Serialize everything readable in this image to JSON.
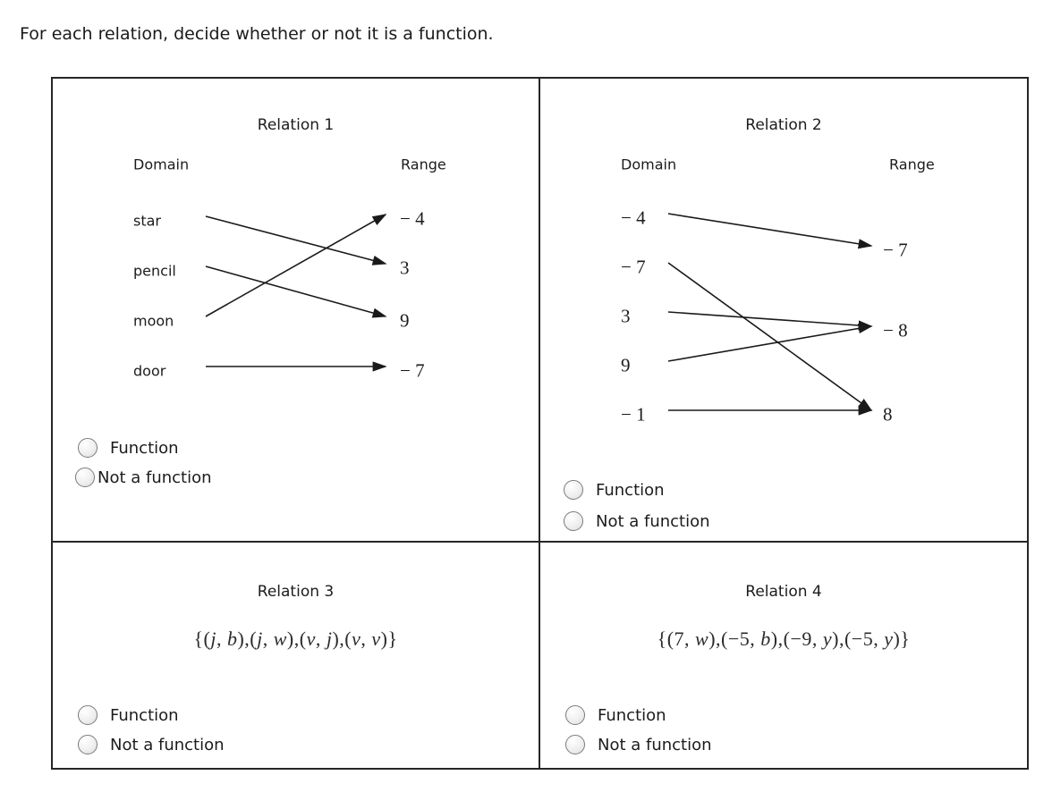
{
  "prompt": "For each relation, decide whether or not it is a function.",
  "options": {
    "function": "Function",
    "not_function": "Not a function"
  },
  "colors": {
    "text": "#1c1c1c",
    "line": "#1a1a1a",
    "table_border": "#262626",
    "radio_border": "#7a7a7a"
  },
  "relations": {
    "r1": {
      "title": "Relation 1",
      "domain_header": "Domain",
      "range_header": "Range",
      "domain": [
        "star",
        "pencil",
        "moon",
        "door"
      ],
      "range": [
        "− 4",
        "3",
        "9",
        "− 7"
      ],
      "mappings": [
        [
          0,
          1
        ],
        [
          1,
          2
        ],
        [
          2,
          0
        ],
        [
          3,
          3
        ]
      ]
    },
    "r2": {
      "title": "Relation 2",
      "domain_header": "Domain",
      "range_header": "Range",
      "domain": [
        "− 4",
        "− 7",
        "3",
        "9",
        "− 1"
      ],
      "range": [
        "− 7",
        "− 8",
        "8"
      ],
      "mappings": [
        [
          0,
          0
        ],
        [
          1,
          2
        ],
        [
          2,
          1
        ],
        [
          3,
          1
        ],
        [
          4,
          2
        ]
      ]
    },
    "r3": {
      "title": "Relation 3",
      "pairs": [
        [
          "j",
          "b"
        ],
        [
          "j",
          "w"
        ],
        [
          "v",
          "j"
        ],
        [
          "v",
          "v"
        ]
      ]
    },
    "r4": {
      "title": "Relation 4",
      "pairs": [
        [
          "7",
          "w"
        ],
        [
          "−5",
          "b"
        ],
        [
          "−9",
          "y"
        ],
        [
          "−5",
          "y"
        ]
      ]
    }
  }
}
